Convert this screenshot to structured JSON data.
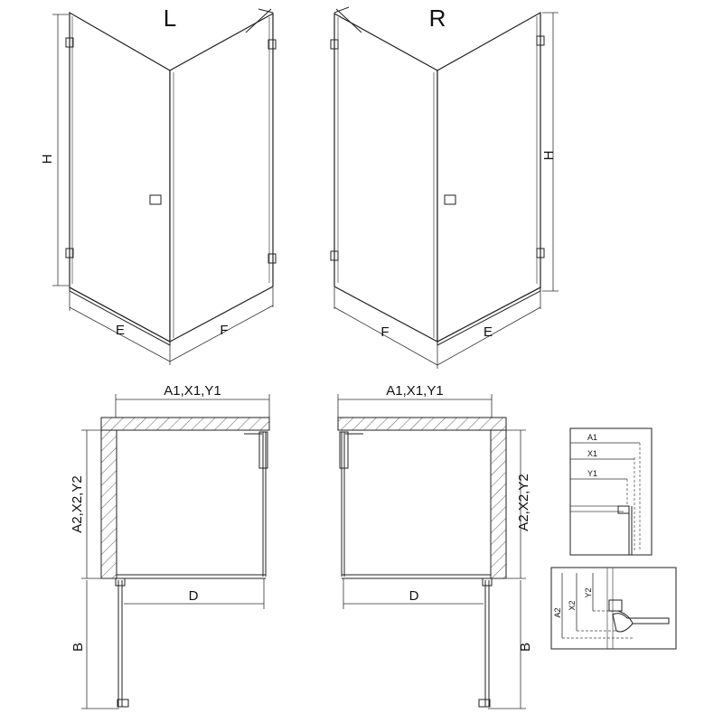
{
  "views": {
    "left": {
      "variant": "L",
      "height": "H",
      "side_e": "E",
      "side_f": "F",
      "width_dim": "A1,X1,Y1",
      "depth_dim": "A2,X2,Y2",
      "door_dim": "D",
      "door_swing": "B"
    },
    "right": {
      "variant": "R",
      "height": "H",
      "side_e": "E",
      "side_f": "F",
      "width_dim": "A1,X1,Y1",
      "depth_dim": "A2,X2,Y2",
      "door_dim": "D",
      "door_swing": "B"
    }
  },
  "detail_top": {
    "a": "A1",
    "x": "X1",
    "y": "Y1"
  },
  "detail_side": {
    "a": "A2",
    "x": "X2",
    "y": "Y2"
  }
}
